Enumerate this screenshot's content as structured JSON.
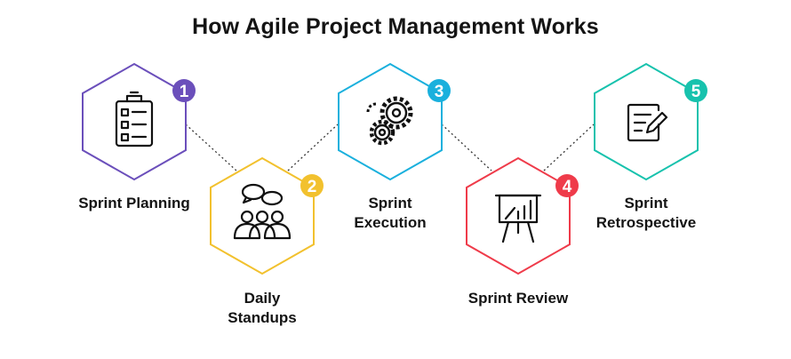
{
  "title": "How Agile Project Management Works",
  "steps": [
    {
      "number": "1",
      "label_lines": [
        "Sprint Planning"
      ],
      "color": "#6b4fbb",
      "icon": "clipboard-checklist-icon"
    },
    {
      "number": "2",
      "label_lines": [
        "Daily",
        "Standups"
      ],
      "color": "#f2c12e",
      "icon": "team-chat-icon"
    },
    {
      "number": "3",
      "label_lines": [
        "Sprint",
        "Execution"
      ],
      "color": "#1ab0dd",
      "icon": "gears-icon"
    },
    {
      "number": "4",
      "label_lines": [
        "Sprint Review"
      ],
      "color": "#ef3b4a",
      "icon": "presentation-board-icon"
    },
    {
      "number": "5",
      "label_lines": [
        "Sprint",
        "Retrospective"
      ],
      "color": "#17c2ad",
      "icon": "notepad-pen-icon"
    }
  ],
  "connector_color": "#333333"
}
